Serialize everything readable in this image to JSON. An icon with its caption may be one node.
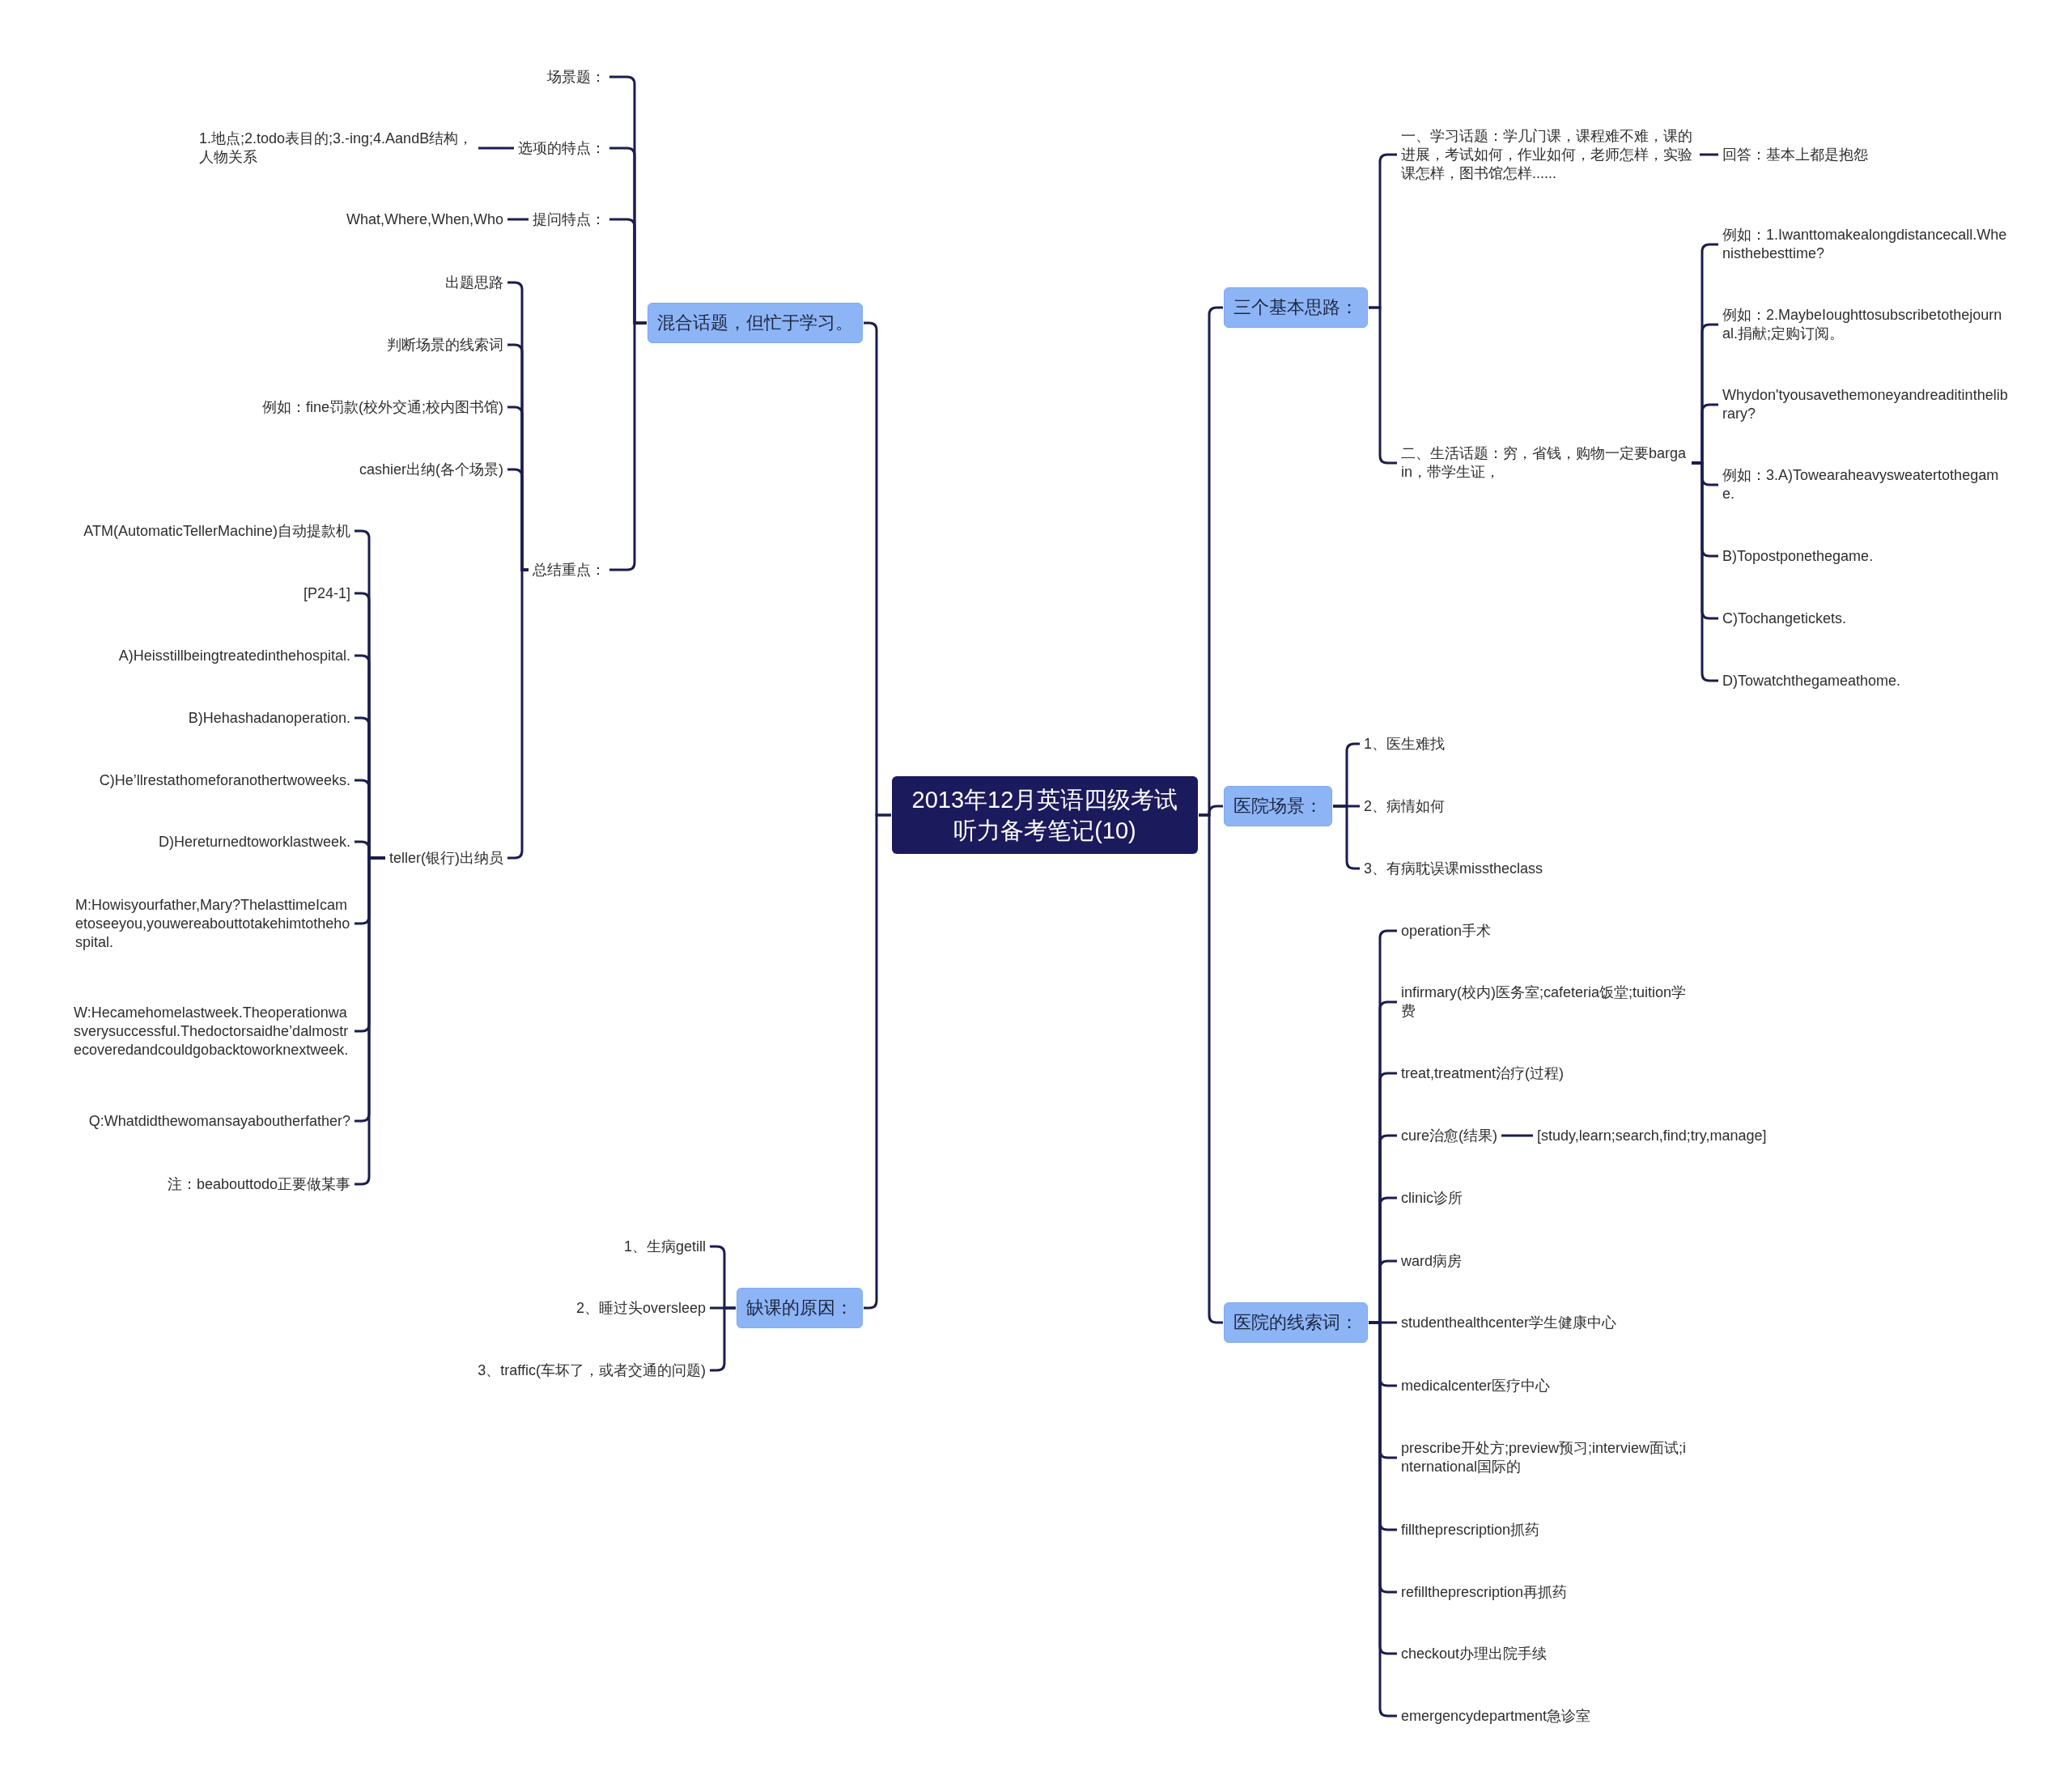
{
  "diagram": {
    "nodes": [
      {
        "text": [
          "2013年12月英语四级考试听力备考笔记(10)"
        ]
      },
      {
        "text": [
          "混合话题，但忙于学习。"
        ]
      },
      {
        "text": [
          "场景题："
        ]
      },
      {
        "text": [
          "选项的特点："
        ]
      },
      {
        "text": [
          "1.地点;2.todo表目的;3.-ing;4.AandB结构，人物关系"
        ]
      },
      {
        "text": [
          "提问特点："
        ]
      },
      {
        "text": [
          "What,Where,When,Who"
        ]
      },
      {
        "text": [
          "总结重点："
        ]
      },
      {
        "text": [
          "出题思路"
        ]
      },
      {
        "text": [
          "判断场景的线索词"
        ]
      },
      {
        "text": [
          "例如：fine罚款(校外交通;校内图书馆)"
        ]
      },
      {
        "text": [
          "cashier出纳(各个场景)"
        ]
      },
      {
        "text": [
          "teller(银行)出纳员"
        ]
      },
      {
        "text": [
          "ATM(AutomaticTellerMachine)自动提款机"
        ]
      },
      {
        "text": [
          "[P24-1]"
        ]
      },
      {
        "text": [
          "A)Heisstillbeingtreatedinthehospital."
        ]
      },
      {
        "text": [
          "B)Hehashadanoperation."
        ]
      },
      {
        "text": [
          "C)He’llrestathomeforanothertwoweeks."
        ]
      },
      {
        "text": [
          "D)Hereturnedtoworklastweek."
        ]
      },
      {
        "text": [
          "M:Howisyourfather,Mary?ThelasttimeIcametoseeyou,youwereabouttotakehimtothehospital."
        ]
      },
      {
        "text": [
          "W:Hecamehomelastweek.Theoperationwasverysuccessful.Thedoctorsaidhe’dalmostrecoveredandcouldgobacktoworknextweek."
        ]
      },
      {
        "text": [
          "Q:Whatdidthewomansayaboutherfather?"
        ]
      },
      {
        "text": [
          "注：beabouttodo正要做某事"
        ]
      },
      {
        "text": [
          "缺课的原因："
        ]
      },
      {
        "text": [
          "1、生病getill"
        ]
      },
      {
        "text": [
          "2、睡过头oversleep"
        ]
      },
      {
        "text": [
          "3、traffic(车坏了，或者交通的问题)"
        ]
      },
      {
        "text": [
          "三个基本思路："
        ]
      },
      {
        "text": [
          "一、学习话题：学几门课，课程难不难，课的进展，考试如何，作业如何，老师怎样，实验课怎样，图书馆怎样......"
        ]
      },
      {
        "text": [
          "回答：基本上都是抱怨"
        ]
      },
      {
        "text": [
          "二、生活话题：穷，省钱，购物一定要bargain，带学生证，"
        ]
      },
      {
        "text": [
          "例如：1.Iwanttomakealongdistancecall.Whenisthebesttime?"
        ]
      },
      {
        "text": [
          "例如：2.MaybeIoughttosubscribetothejournal.捐献;定购订阅。"
        ]
      },
      {
        "text": [
          "Whydon'tyousavethemoneyandreaditinthelibrary?"
        ]
      },
      {
        "text": [
          "例如：3.A)Towearaheavysweatertothegame."
        ]
      },
      {
        "text": [
          "B)Topostponethegame."
        ]
      },
      {
        "text": [
          "C)Tochangetickets."
        ]
      },
      {
        "text": [
          "D)Towatchthegameathome."
        ]
      },
      {
        "text": [
          "医院场景："
        ]
      },
      {
        "text": [
          "1、医生难找"
        ]
      },
      {
        "text": [
          "2、病情如何"
        ]
      },
      {
        "text": [
          "3、有病耽误课misstheclass"
        ]
      },
      {
        "text": [
          "医院的线索词："
        ]
      },
      {
        "text": [
          "operation手术"
        ]
      },
      {
        "text": [
          "infirmary(校内)医务室;cafeteria饭堂;tuition学费"
        ]
      },
      {
        "text": [
          "treat,treatment治疗(过程)"
        ]
      },
      {
        "text": [
          "cure治愈(结果)"
        ]
      },
      {
        "text": [
          "[study,learn;search,find;try,manage]"
        ]
      },
      {
        "text": [
          "clinic诊所"
        ]
      },
      {
        "text": [
          "ward病房"
        ]
      },
      {
        "text": [
          "studenthealthcenter学生健康中心"
        ]
      },
      {
        "text": [
          "medicalcenter医疗中心"
        ]
      },
      {
        "text": [
          "prescribe开处方;preview预习;interview面试;international国际的"
        ]
      },
      {
        "text": [
          "filltheprescription抓药"
        ]
      },
      {
        "text": [
          "refilltheprescription再抓药"
        ]
      },
      {
        "text": [
          "checkout办理出院手续"
        ]
      },
      {
        "text": [
          "emergencydepartment急诊室"
        ]
      }
    ],
    "edges": [
      {
        "from": 0,
        "to": 1,
        "arrow": "none"
      },
      {
        "from": 1,
        "to": 2,
        "arrow": "none"
      },
      {
        "from": 1,
        "to": 3,
        "arrow": "none"
      },
      {
        "from": 3,
        "to": 4,
        "arrow": "none"
      },
      {
        "from": 1,
        "to": 5,
        "arrow": "none"
      },
      {
        "from": 5,
        "to": 6,
        "arrow": "none"
      },
      {
        "from": 1,
        "to": 7,
        "arrow": "none"
      },
      {
        "from": 7,
        "to": 8,
        "arrow": "none"
      },
      {
        "from": 7,
        "to": 9,
        "arrow": "none"
      },
      {
        "from": 7,
        "to": 10,
        "arrow": "none"
      },
      {
        "from": 7,
        "to": 11,
        "arrow": "none"
      },
      {
        "from": 7,
        "to": 12,
        "arrow": "none"
      },
      {
        "from": 12,
        "to": 13,
        "arrow": "none"
      },
      {
        "from": 12,
        "to": 14,
        "arrow": "none"
      },
      {
        "from": 12,
        "to": 15,
        "arrow": "none"
      },
      {
        "from": 12,
        "to": 16,
        "arrow": "none"
      },
      {
        "from": 12,
        "to": 17,
        "arrow": "none"
      },
      {
        "from": 12,
        "to": 18,
        "arrow": "none"
      },
      {
        "from": 12,
        "to": 19,
        "arrow": "none"
      },
      {
        "from": 12,
        "to": 20,
        "arrow": "none"
      },
      {
        "from": 12,
        "to": 21,
        "arrow": "none"
      },
      {
        "from": 12,
        "to": 22,
        "arrow": "none"
      },
      {
        "from": 0,
        "to": 23,
        "arrow": "none"
      },
      {
        "from": 23,
        "to": 24,
        "arrow": "none"
      },
      {
        "from": 23,
        "to": 25,
        "arrow": "none"
      },
      {
        "from": 23,
        "to": 26,
        "arrow": "none"
      },
      {
        "from": 0,
        "to": 27,
        "arrow": "none"
      },
      {
        "from": 27,
        "to": 28,
        "arrow": "none"
      },
      {
        "from": 28,
        "to": 29,
        "arrow": "none"
      },
      {
        "from": 27,
        "to": 30,
        "arrow": "none"
      },
      {
        "from": 30,
        "to": 31,
        "arrow": "none"
      },
      {
        "from": 30,
        "to": 32,
        "arrow": "none"
      },
      {
        "from": 30,
        "to": 33,
        "arrow": "none"
      },
      {
        "from": 30,
        "to": 34,
        "arrow": "none"
      },
      {
        "from": 30,
        "to": 35,
        "arrow": "none"
      },
      {
        "from": 30,
        "to": 36,
        "arrow": "none"
      },
      {
        "from": 30,
        "to": 37,
        "arrow": "none"
      },
      {
        "from": 0,
        "to": 38,
        "arrow": "none"
      },
      {
        "from": 38,
        "to": 39,
        "arrow": "none"
      },
      {
        "from": 38,
        "to": 40,
        "arrow": "none"
      },
      {
        "from": 38,
        "to": 41,
        "arrow": "none"
      },
      {
        "from": 0,
        "to": 42,
        "arrow": "none"
      },
      {
        "from": 42,
        "to": 43,
        "arrow": "none"
      },
      {
        "from": 42,
        "to": 44,
        "arrow": "none"
      },
      {
        "from": 42,
        "to": 45,
        "arrow": "none"
      },
      {
        "from": 42,
        "to": 46,
        "arrow": "none"
      },
      {
        "from": 46,
        "to": 47,
        "arrow": "none"
      },
      {
        "from": 42,
        "to": 48,
        "arrow": "none"
      },
      {
        "from": 42,
        "to": 49,
        "arrow": "none"
      },
      {
        "from": 42,
        "to": 50,
        "arrow": "none"
      },
      {
        "from": 42,
        "to": 51,
        "arrow": "none"
      },
      {
        "from": 42,
        "to": 52,
        "arrow": "none"
      },
      {
        "from": 42,
        "to": 53,
        "arrow": "none"
      },
      {
        "from": 42,
        "to": 54,
        "arrow": "none"
      },
      {
        "from": 42,
        "to": 55,
        "arrow": "none"
      },
      {
        "from": 42,
        "to": 56,
        "arrow": "none"
      }
    ]
  }
}
